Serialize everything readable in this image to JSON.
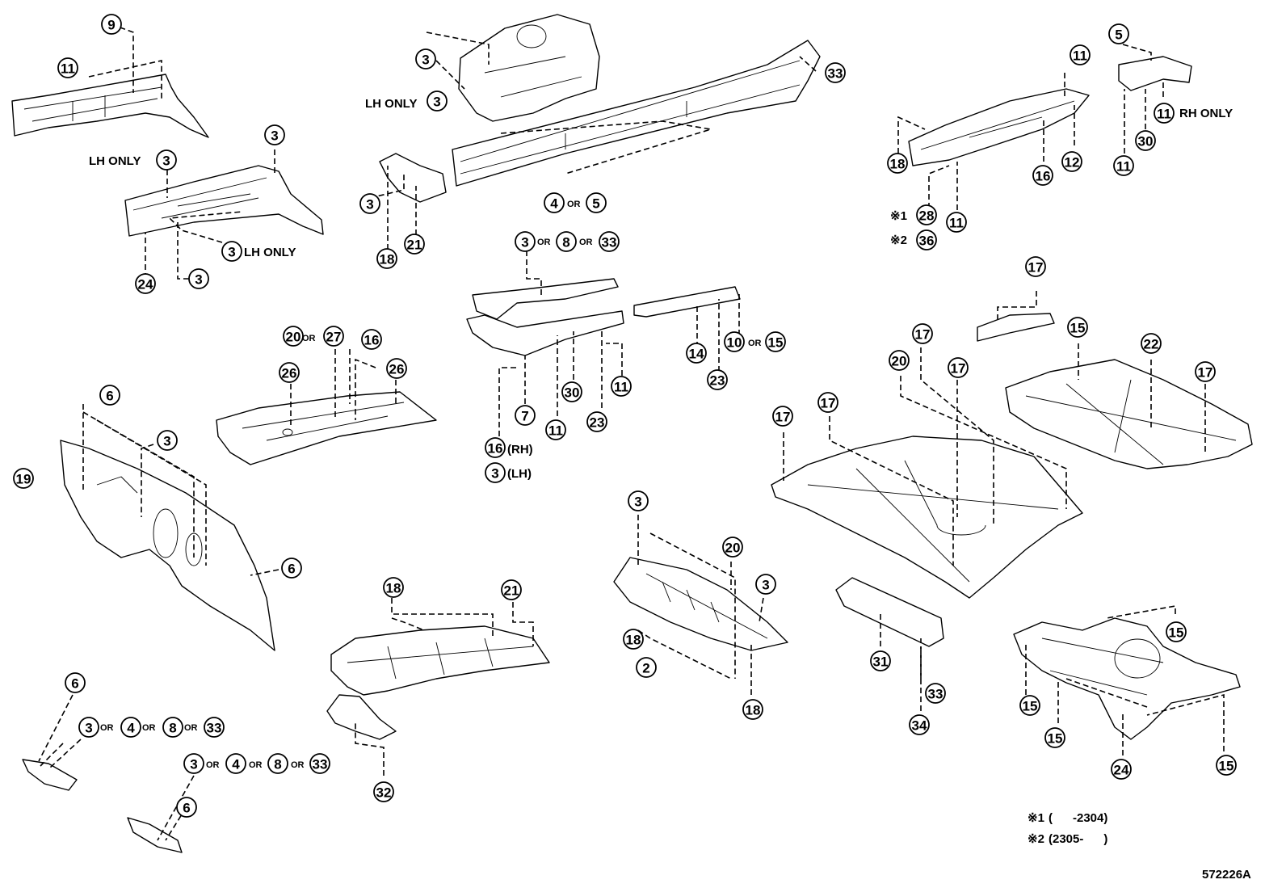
{
  "diagram_code": "572226A",
  "notes": {
    "lh_only": "LH ONLY",
    "rh_only": "RH ONLY",
    "or": "OR",
    "rh_paren": "(RH)",
    "lh_paren": "(LH)",
    "mark1": "※1",
    "mark2": "※2"
  },
  "footnotes": [
    {
      "mark": "※1",
      "text": "(      -2304)"
    },
    {
      "mark": "※2",
      "text": "(2305-      )"
    }
  ],
  "callouts": [
    {
      "n": "9"
    },
    {
      "n": "11"
    },
    {
      "n": "3"
    },
    {
      "n": "3"
    },
    {
      "n": "33"
    },
    {
      "n": "3"
    },
    {
      "n": "4"
    },
    {
      "n": "5"
    },
    {
      "n": "3"
    },
    {
      "n": "18"
    },
    {
      "n": "21"
    },
    {
      "n": "3"
    },
    {
      "n": "3"
    },
    {
      "n": "3"
    },
    {
      "n": "24"
    },
    {
      "n": "3"
    },
    {
      "n": "8"
    },
    {
      "n": "33"
    },
    {
      "n": "14"
    },
    {
      "n": "23"
    },
    {
      "n": "10"
    },
    {
      "n": "15"
    },
    {
      "n": "7"
    },
    {
      "n": "30"
    },
    {
      "n": "11"
    },
    {
      "n": "11"
    },
    {
      "n": "23"
    },
    {
      "n": "16"
    },
    {
      "n": "3"
    },
    {
      "n": "20"
    },
    {
      "n": "27"
    },
    {
      "n": "16"
    },
    {
      "n": "26"
    },
    {
      "n": "26"
    },
    {
      "n": "6"
    },
    {
      "n": "3"
    },
    {
      "n": "19"
    },
    {
      "n": "6"
    },
    {
      "n": "11"
    },
    {
      "n": "18"
    },
    {
      "n": "16"
    },
    {
      "n": "12"
    },
    {
      "n": "28"
    },
    {
      "n": "36"
    },
    {
      "n": "11"
    },
    {
      "n": "5"
    },
    {
      "n": "11"
    },
    {
      "n": "30"
    },
    {
      "n": "11"
    },
    {
      "n": "17"
    },
    {
      "n": "15"
    },
    {
      "n": "22"
    },
    {
      "n": "17"
    },
    {
      "n": "17"
    },
    {
      "n": "20"
    },
    {
      "n": "17"
    },
    {
      "n": "17"
    },
    {
      "n": "17"
    },
    {
      "n": "3"
    },
    {
      "n": "20"
    },
    {
      "n": "3"
    },
    {
      "n": "18"
    },
    {
      "n": "2"
    },
    {
      "n": "18"
    },
    {
      "n": "31"
    },
    {
      "n": "33"
    },
    {
      "n": "34"
    },
    {
      "n": "18"
    },
    {
      "n": "21"
    },
    {
      "n": "32"
    },
    {
      "n": "15"
    },
    {
      "n": "15"
    },
    {
      "n": "15"
    },
    {
      "n": "24"
    },
    {
      "n": "15"
    },
    {
      "n": "6"
    },
    {
      "n": "3"
    },
    {
      "n": "4"
    },
    {
      "n": "8"
    },
    {
      "n": "33"
    },
    {
      "n": "3"
    },
    {
      "n": "4"
    },
    {
      "n": "8"
    },
    {
      "n": "33"
    },
    {
      "n": "6"
    }
  ]
}
